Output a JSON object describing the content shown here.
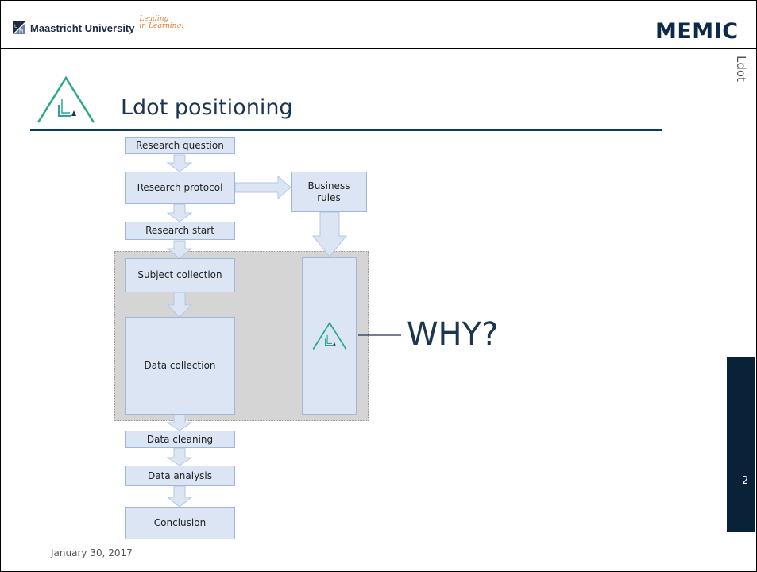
{
  "header": {
    "university_name": "Maastricht University",
    "tagline_line1": "Leading",
    "tagline_line2": "in Learning!",
    "brand": "MEMIC"
  },
  "side": {
    "label": "Ldot",
    "page_number": "2"
  },
  "slide": {
    "title": "Ldot positioning",
    "date": "January 30, 2017"
  },
  "diagram": {
    "steps": [
      "Research question",
      "Research protocol",
      "Research start",
      "Subject collection",
      "Data collection",
      "Data cleaning",
      "Data analysis",
      "Conclusion"
    ],
    "business_rules": "Business rules",
    "callout": "WHY?"
  },
  "colors": {
    "brand_navy": "#0b2a4a",
    "box_fill": "#dbe5f3",
    "ldot_teal": "#2aa88f",
    "side_bar": "#0a2238"
  }
}
